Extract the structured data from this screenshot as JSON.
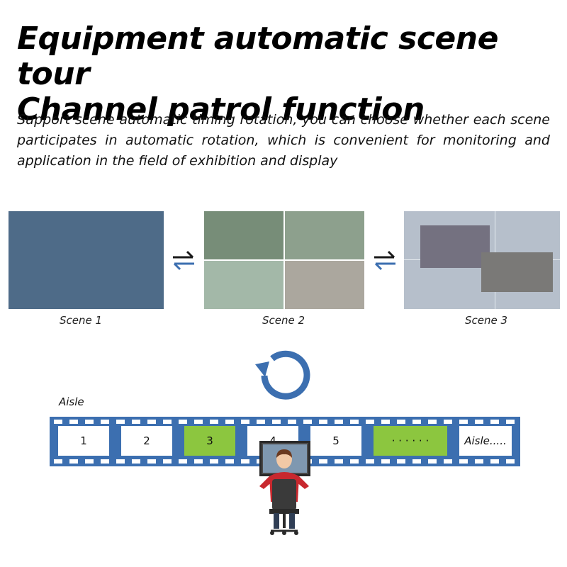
{
  "title": {
    "line1": "Equipment automatic scene tour",
    "line2": "Channel patrol function"
  },
  "description": "Support scene automatic timing rotation, you can choose whether each scene participates in automatic rotation, which is convenient for monitoring and application in the field of exhibition and display",
  "scenes": [
    {
      "label": "Scene 1",
      "color": "#4e6b88"
    },
    {
      "label": "Scene 2",
      "colors": [
        "#778d78",
        "#8da08d",
        "#a3b8a8",
        "#aba79e"
      ]
    },
    {
      "label": "Scene 3",
      "color": "#b6bfcb"
    }
  ],
  "icons": {
    "swap": "swap-arrows-icon",
    "rotate": "rotate-icon",
    "operator": "operator-icon"
  },
  "aisle": {
    "title": "Aisle",
    "frames": [
      "1",
      "2",
      "3",
      "4",
      "5",
      "· · · · · ·",
      "Aisle....."
    ],
    "highlighted": [
      2,
      5
    ]
  },
  "colors": {
    "accent_blue": "#3c6fb0",
    "highlight_green": "#8cc63f",
    "shirt_red": "#c8282e"
  }
}
